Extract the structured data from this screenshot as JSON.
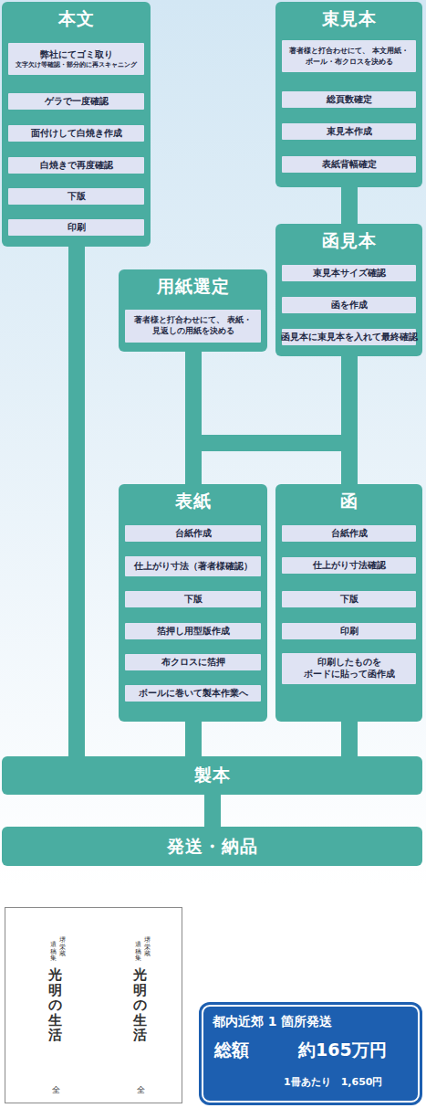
{
  "diagram": {
    "nodes": [
      {
        "text": [
          "本文"
        ]
      },
      {
        "text": [
          "弊社にてゴミ取り",
          "文字欠け等確認・部分的に再スキャニング"
        ],
        "in": 0
      },
      {
        "text": [
          "ゲラで一度確認"
        ],
        "in": 0
      },
      {
        "text": [
          "面付けして白焼き作成"
        ],
        "in": 0
      },
      {
        "text": [
          "白焼きで再度確認"
        ],
        "in": 0
      },
      {
        "text": [
          "下版"
        ],
        "in": 0
      },
      {
        "text": [
          "印刷"
        ],
        "in": 0
      },
      {
        "text": [
          "束見本"
        ]
      },
      {
        "text": [
          "著者様と打合わせにて、 本文用紙・ボール・布クロスを決める"
        ],
        "in": 7
      },
      {
        "text": [
          "総頁数確定"
        ],
        "in": 7
      },
      {
        "text": [
          "束見本作成"
        ],
        "in": 7
      },
      {
        "text": [
          "表紙背幅確定"
        ],
        "in": 7
      },
      {
        "text": [
          "函見本"
        ]
      },
      {
        "text": [
          "束見本サイズ確認"
        ],
        "in": 12
      },
      {
        "text": [
          "函を作成"
        ],
        "in": 12
      },
      {
        "text": [
          "函見本に束見本を入れて最終確認"
        ],
        "in": 12
      },
      {
        "text": [
          "用紙選定"
        ]
      },
      {
        "text": [
          "著者様と打合わせにて、 表紙・見返しの用紙を決める"
        ],
        "in": 16
      },
      {
        "text": [
          "表紙"
        ]
      },
      {
        "text": [
          "台紙作成"
        ],
        "in": 18
      },
      {
        "text": [
          "仕上がり寸法（著者様確認）"
        ],
        "in": 18
      },
      {
        "text": [
          "下版"
        ],
        "in": 18
      },
      {
        "text": [
          "箔押し用型版作成"
        ],
        "in": 18
      },
      {
        "text": [
          "布クロスに箔押"
        ],
        "in": 18
      },
      {
        "text": [
          "ボールに巻いて製本作業へ"
        ],
        "in": 18
      },
      {
        "text": [
          "函"
        ]
      },
      {
        "text": [
          "台紙作成"
        ],
        "in": 25
      },
      {
        "text": [
          "仕上がり寸法確認"
        ],
        "in": 25
      },
      {
        "text": [
          "下版"
        ],
        "in": 25
      },
      {
        "text": [
          "印刷"
        ],
        "in": 25
      },
      {
        "text": [
          "印刷したものを ボードに貼って函作成"
        ],
        "in": 25
      },
      {
        "text": [
          "製本"
        ]
      },
      {
        "text": [
          "発送・納品"
        ]
      },
      {
        "text": [
          "堺栄蔵",
          "遺稿集",
          "光明の生活",
          "全",
          "堺栄蔵",
          "遺稿集",
          "光明の生活",
          "全"
        ]
      },
      {
        "text": [
          "都内近郊 1 箇所発送",
          "総額",
          "約165万円",
          "1冊あたり　1,650円"
        ]
      }
    ],
    "edges": [
      {
        "from": 0,
        "to": 31,
        "arrow": "none"
      },
      {
        "from": 7,
        "to": 12,
        "arrow": "none"
      },
      {
        "from": 12,
        "to": 18,
        "arrow": "none"
      },
      {
        "from": 12,
        "to": 25,
        "arrow": "none"
      },
      {
        "from": 16,
        "to": 18,
        "arrow": "none"
      },
      {
        "from": 16,
        "to": 25,
        "arrow": "none"
      },
      {
        "from": 18,
        "to": 31,
        "arrow": "none"
      },
      {
        "from": 25,
        "to": 31,
        "arrow": "none"
      },
      {
        "from": 31,
        "to": 32,
        "arrow": "none"
      }
    ]
  }
}
